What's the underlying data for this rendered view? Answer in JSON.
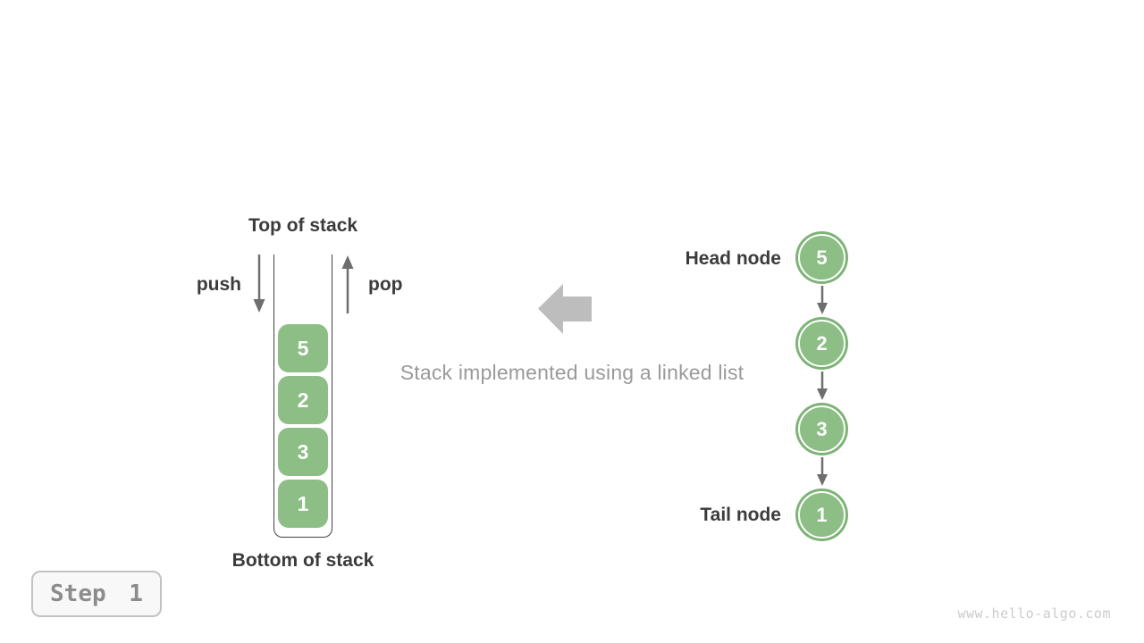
{
  "colors": {
    "green_fill": "#8cbe85",
    "green_ring": "#7eb377",
    "dark_text": "#3b3b3b",
    "arrow_gray": "#6e6e6e",
    "block_arrow": "#bdbdbd",
    "caption_gray": "#9a9a9a",
    "container_line": "#424242",
    "step_text": "#8c8c8c",
    "step_border": "#c2c2c2",
    "step_bg": "#f8f8f8",
    "watermark_gray": "#cbcbcb"
  },
  "stack": {
    "top_label": "Top of stack",
    "bottom_label": "Bottom of stack",
    "push_label": "push",
    "pop_label": "pop",
    "items": [
      "5",
      "2",
      "3",
      "1"
    ]
  },
  "caption": "Stack implemented using a linked list",
  "linked_list": {
    "head_label": "Head node",
    "tail_label": "Tail node",
    "nodes": [
      "5",
      "2",
      "3",
      "1"
    ]
  },
  "step_badge": "Step 1",
  "watermark": "www.hello-algo.com"
}
